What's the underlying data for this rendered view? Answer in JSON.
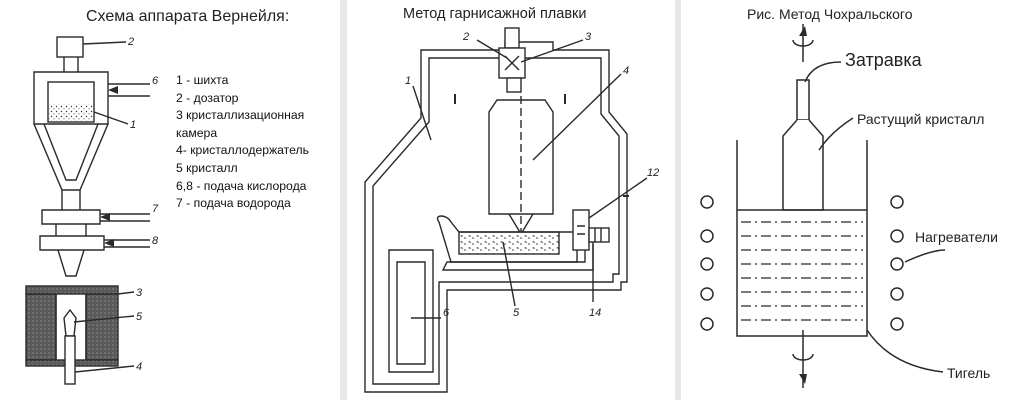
{
  "verneuil": {
    "title": "Схема аппарата Вернейля:",
    "legend": [
      "1 - шихта",
      "2 - дозатор",
      "3 кристаллизационная",
      "камера",
      "4- кристаллодержатель",
      "5 кристалл",
      "6,8 - подача кислорода",
      "7 - подача водорода"
    ],
    "callouts": [
      "1",
      "2",
      "3",
      "4",
      "5",
      "6",
      "7",
      "8"
    ]
  },
  "skull": {
    "title": "Метод гарнисажной плавки",
    "callouts": [
      "1",
      "2",
      "3",
      "4",
      "12",
      "6",
      "5",
      "14"
    ]
  },
  "czochralski": {
    "title": "Рис. Метод Чохральского",
    "labels": {
      "seed": "Затравка",
      "crystal": "Растущий кристалл",
      "heaters": "Нагреватели",
      "crucible": "Тигель"
    }
  },
  "colors": {
    "line": "#2a2a2a",
    "panel": "#ffffff",
    "gap": "#e8e8e8"
  }
}
